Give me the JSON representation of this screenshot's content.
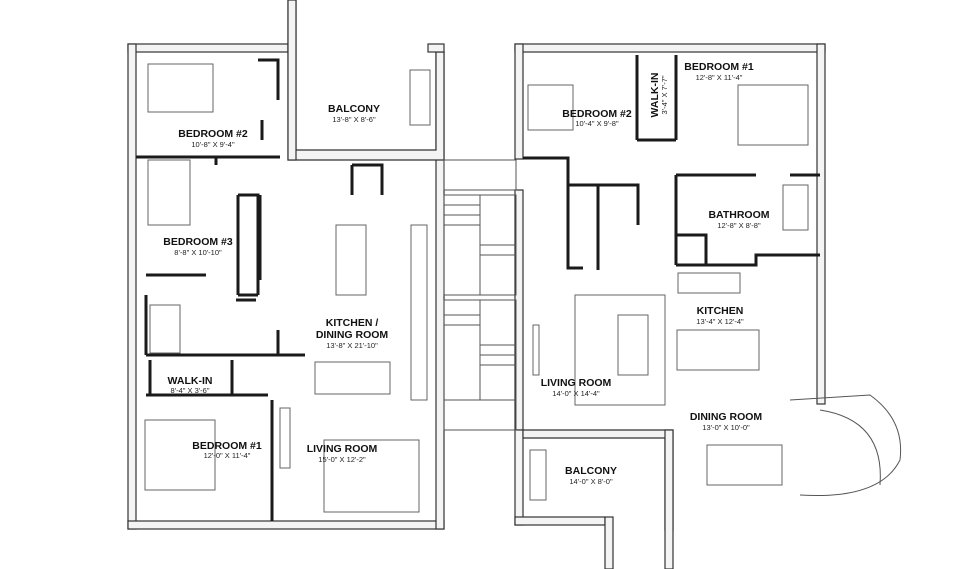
{
  "left_unit": {
    "balcony": {
      "name": "BALCONY",
      "dims": "13'-8\" X 8'-6\""
    },
    "bedroom2": {
      "name": "BEDROOM #2",
      "dims": "10'-8\" X 9'-4\""
    },
    "bedroom3": {
      "name": "BEDROOM #3",
      "dims": "8'-8\" X 10'-10\""
    },
    "kitchen_dining": {
      "name_line1": "KITCHEN /",
      "name_line2": "DINING ROOM",
      "dims": "13'-8\" X 21'-10\""
    },
    "walkin": {
      "name": "WALK-IN",
      "dims": "8'-4\" X 3'-6\""
    },
    "bedroom1": {
      "name": "BEDROOM #1",
      "dims": "12'-0\" X 11'-4\""
    },
    "living": {
      "name": "LIVING ROOM",
      "dims": "15'-0\" X 12'-2\""
    }
  },
  "right_unit": {
    "bedroom2": {
      "name": "BEDROOM #2",
      "dims": "10'-4\" X 9'-8\""
    },
    "walkin": {
      "name": "WALK-IN",
      "dims": "3'-4\" X 7'-7\""
    },
    "bedroom1": {
      "name": "BEDROOM #1",
      "dims": "12'-8\" X 11'-4\""
    },
    "bathroom": {
      "name": "BATHROOM",
      "dims": "12'-8\" X 8'-8\""
    },
    "kitchen": {
      "name": "KITCHEN",
      "dims": "13'-4\" X 12'-4\""
    },
    "living": {
      "name": "LIVING ROOM",
      "dims": "14'-0\" X 14'-4\""
    },
    "dining": {
      "name": "DINING ROOM",
      "dims": "13'-0\" X 10'-0\""
    },
    "balcony": {
      "name": "BALCONY",
      "dims": "14'-0\" X 8'-0\""
    }
  }
}
